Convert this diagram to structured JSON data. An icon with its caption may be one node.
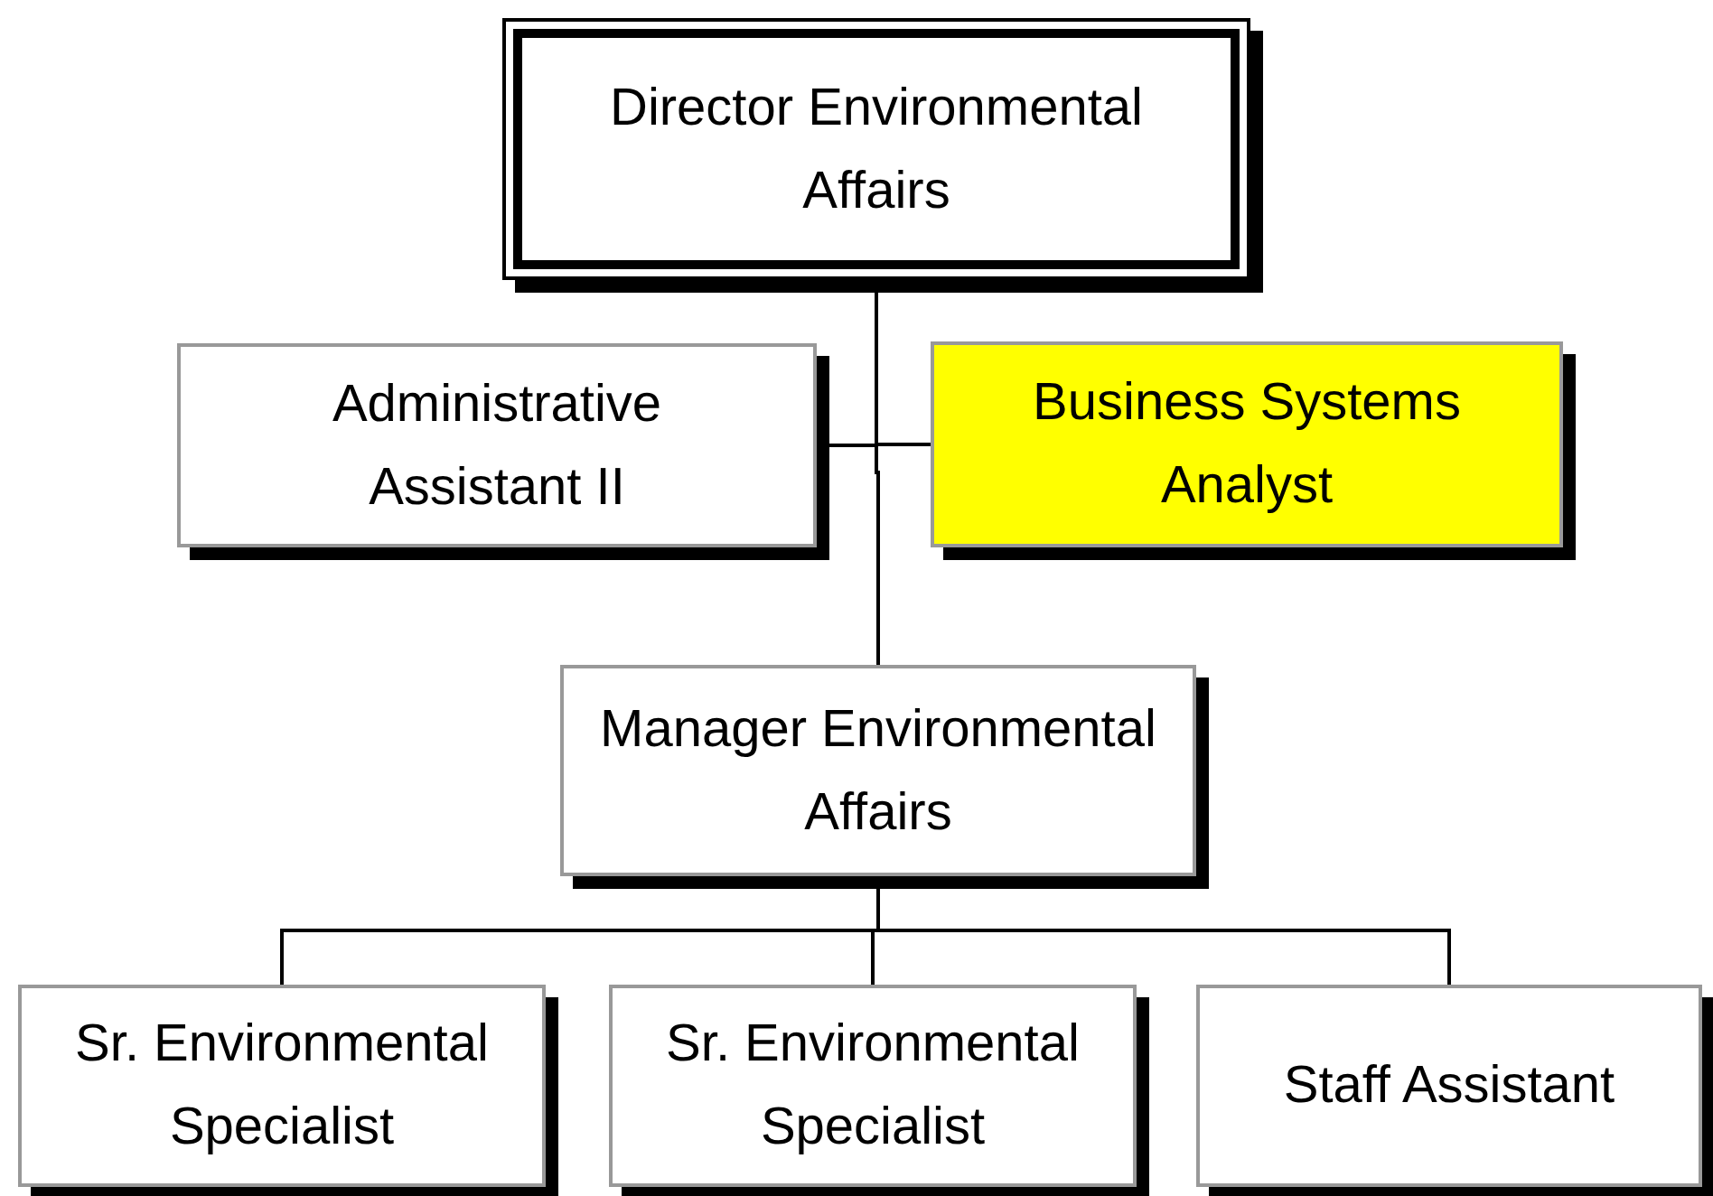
{
  "diagram": {
    "nodes": [
      {
        "text": [
          "Director Environmental Affairs"
        ]
      },
      {
        "text": [
          "Administrative Assistant II"
        ]
      },
      {
        "text": [
          "Business Systems Analyst"
        ]
      },
      {
        "text": [
          "Manager Environmental Affairs"
        ]
      },
      {
        "text": [
          "Sr. Environmental Specialist"
        ]
      },
      {
        "text": [
          "Sr. Environmental Specialist"
        ]
      },
      {
        "text": [
          "Staff Assistant"
        ]
      }
    ],
    "edges": [
      {
        "from": 0,
        "to": 1,
        "arrow": "none"
      },
      {
        "from": 0,
        "to": 2,
        "arrow": "none"
      },
      {
        "from": 0,
        "to": 3,
        "arrow": "none"
      },
      {
        "from": 3,
        "to": 4,
        "arrow": "none"
      },
      {
        "from": 3,
        "to": 5,
        "arrow": "none"
      },
      {
        "from": 3,
        "to": 6,
        "arrow": "none"
      }
    ]
  }
}
